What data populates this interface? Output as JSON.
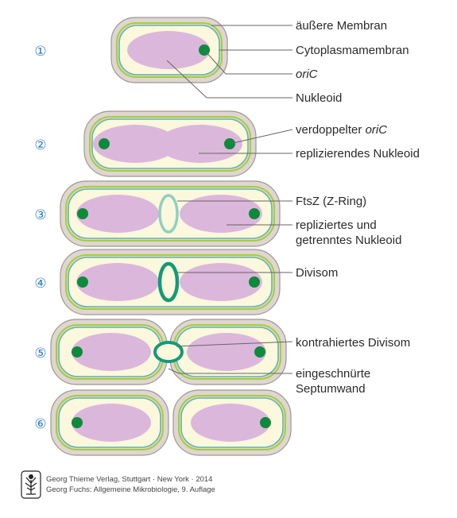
{
  "colors": {
    "outer_membrane": "#ded6d1",
    "outer_membrane_stroke": "#9e9792",
    "cell_wall": "#a8cc3a",
    "cytoplasm_membrane": "#5fb7a4",
    "cytoplasm": "#fbf8dd",
    "nucleoid": "#dcb7dc",
    "oriC": "#0e8a3b",
    "divisome": "#129a79",
    "ftsz": "#8fd0c0",
    "label_line": "#666666",
    "number": "#2f7fc0"
  },
  "stages": [
    {
      "number": "①"
    },
    {
      "number": "②"
    },
    {
      "number": "③"
    },
    {
      "number": "④"
    },
    {
      "number": "⑤"
    },
    {
      "number": "⑥"
    }
  ],
  "labels": {
    "outer_membrane": "äußere Membran",
    "cytoplasm_membrane": "Cytoplasmamembran",
    "oric": "oriC",
    "nucleoid": "Nukleoid",
    "duplicated_oric_prefix": "verdoppelter ",
    "duplicated_oric_em": "oriC",
    "replicating_nucleoid": "replizierendes Nukleoid",
    "ftsz": "FtsZ (Z-Ring)",
    "replicated_line1": "repliziertes und",
    "replicated_line2": "getrenntes Nukleoid",
    "divisome": "Divisom",
    "contracted_divisome": "kontrahiertes Divisom",
    "septum_line1": "eingeschnürte",
    "septum_line2": "Septumwand"
  },
  "credit": {
    "line1": "Georg Thieme Verlag, Stuttgart · New York · 2014",
    "line2": "Georg Fuchs: Allgemeine Mikrobiologie, 9. Auflage"
  }
}
